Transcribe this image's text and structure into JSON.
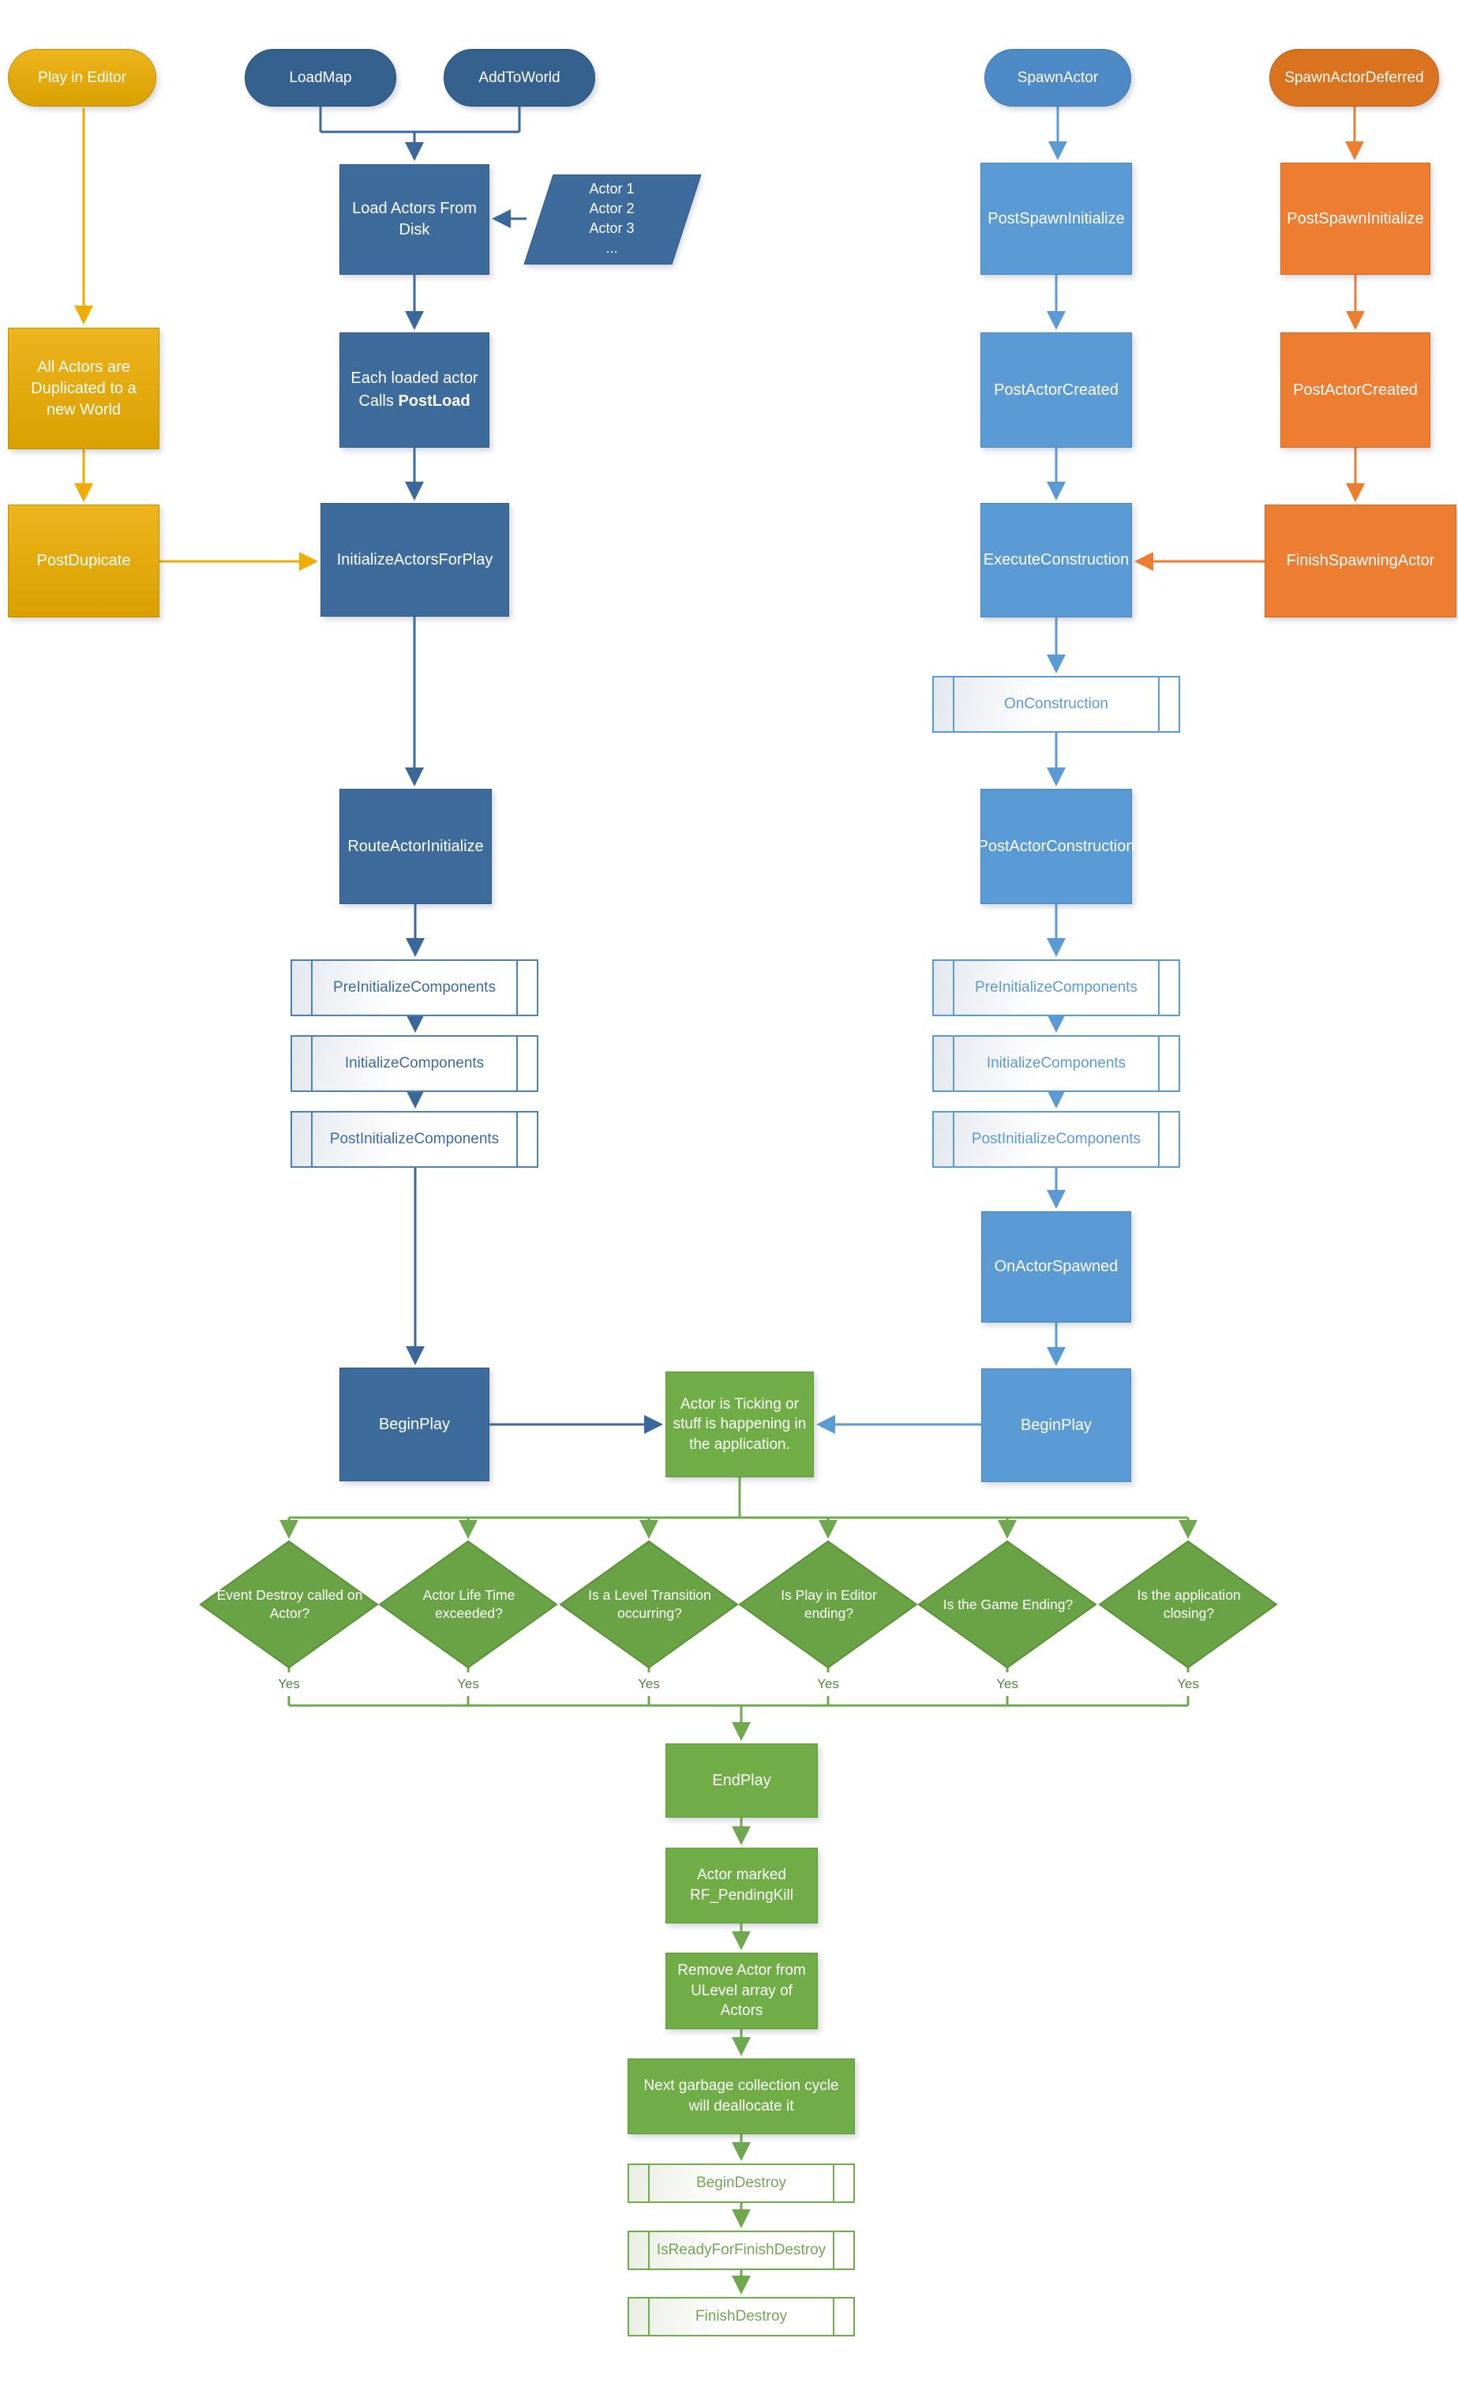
{
  "colors": {
    "gold": "#e0a500",
    "dark_blue": "#3d6c9c",
    "light_blue": "#5b9bd5",
    "orange": "#ed7d31",
    "green": "#70ad47"
  },
  "nodes": {
    "play_in_editor": "Play in Editor",
    "load_map": "LoadMap",
    "add_to_world": "AddToWorld",
    "spawn_actor": "SpawnActor",
    "spawn_actor_deferred": "SpawnActorDeferred",
    "all_actors_duplicated": "All Actors are Duplicated to a new World",
    "post_dupicate": "PostDupicate",
    "load_actors_from_disk": "Load Actors From Disk",
    "actor_list": {
      "line1": "Actor 1",
      "line2": "Actor 2",
      "line3": "Actor 3",
      "line4": "..."
    },
    "each_loaded_actor": {
      "line1": "Each loaded actor",
      "line2_prefix": "Calls",
      "line2_bold": "PostLoad"
    },
    "initialize_actors_for_play": "InitializeActorsForPlay",
    "route_actor_initialize": "RouteActorInitialize",
    "pre_initialize_components": "PreInitializeComponents",
    "initialize_components": "InitializeComponents",
    "post_initialize_components": "PostInitializeComponents",
    "begin_play": "BeginPlay",
    "post_spawn_initialize": "PostSpawnInitialize",
    "post_actor_created": "PostActorCreated",
    "execute_construction": "ExecuteConstruction",
    "on_construction": "OnConstruction",
    "post_actor_construction": "PostActorConstruction",
    "on_actor_spawned": "OnActorSpawned",
    "finish_spawning_actor": "FinishSpawningActor",
    "actor_ticking": "Actor is Ticking or stuff is happening in the application.",
    "end_play": "EndPlay",
    "actor_marked_pending_kill": "Actor marked RF_PendingKill",
    "remove_actor_from_ulevel": "Remove Actor from ULevel array of Actors",
    "next_gc": "Next garbage collection cycle will deallocate it",
    "begin_destroy": "BeginDestroy",
    "is_ready_for_finish_destroy": "IsReadyForFinishDestroy",
    "finish_destroy": "FinishDestroy"
  },
  "decisions": [
    "Event Destroy called on Actor?",
    "Actor Life Time exceeded?",
    "Is a Level Transition occurring?",
    "Is Play in Editor ending?",
    "Is the Game Ending?",
    "Is the application closing?"
  ],
  "branch_label": "Yes"
}
